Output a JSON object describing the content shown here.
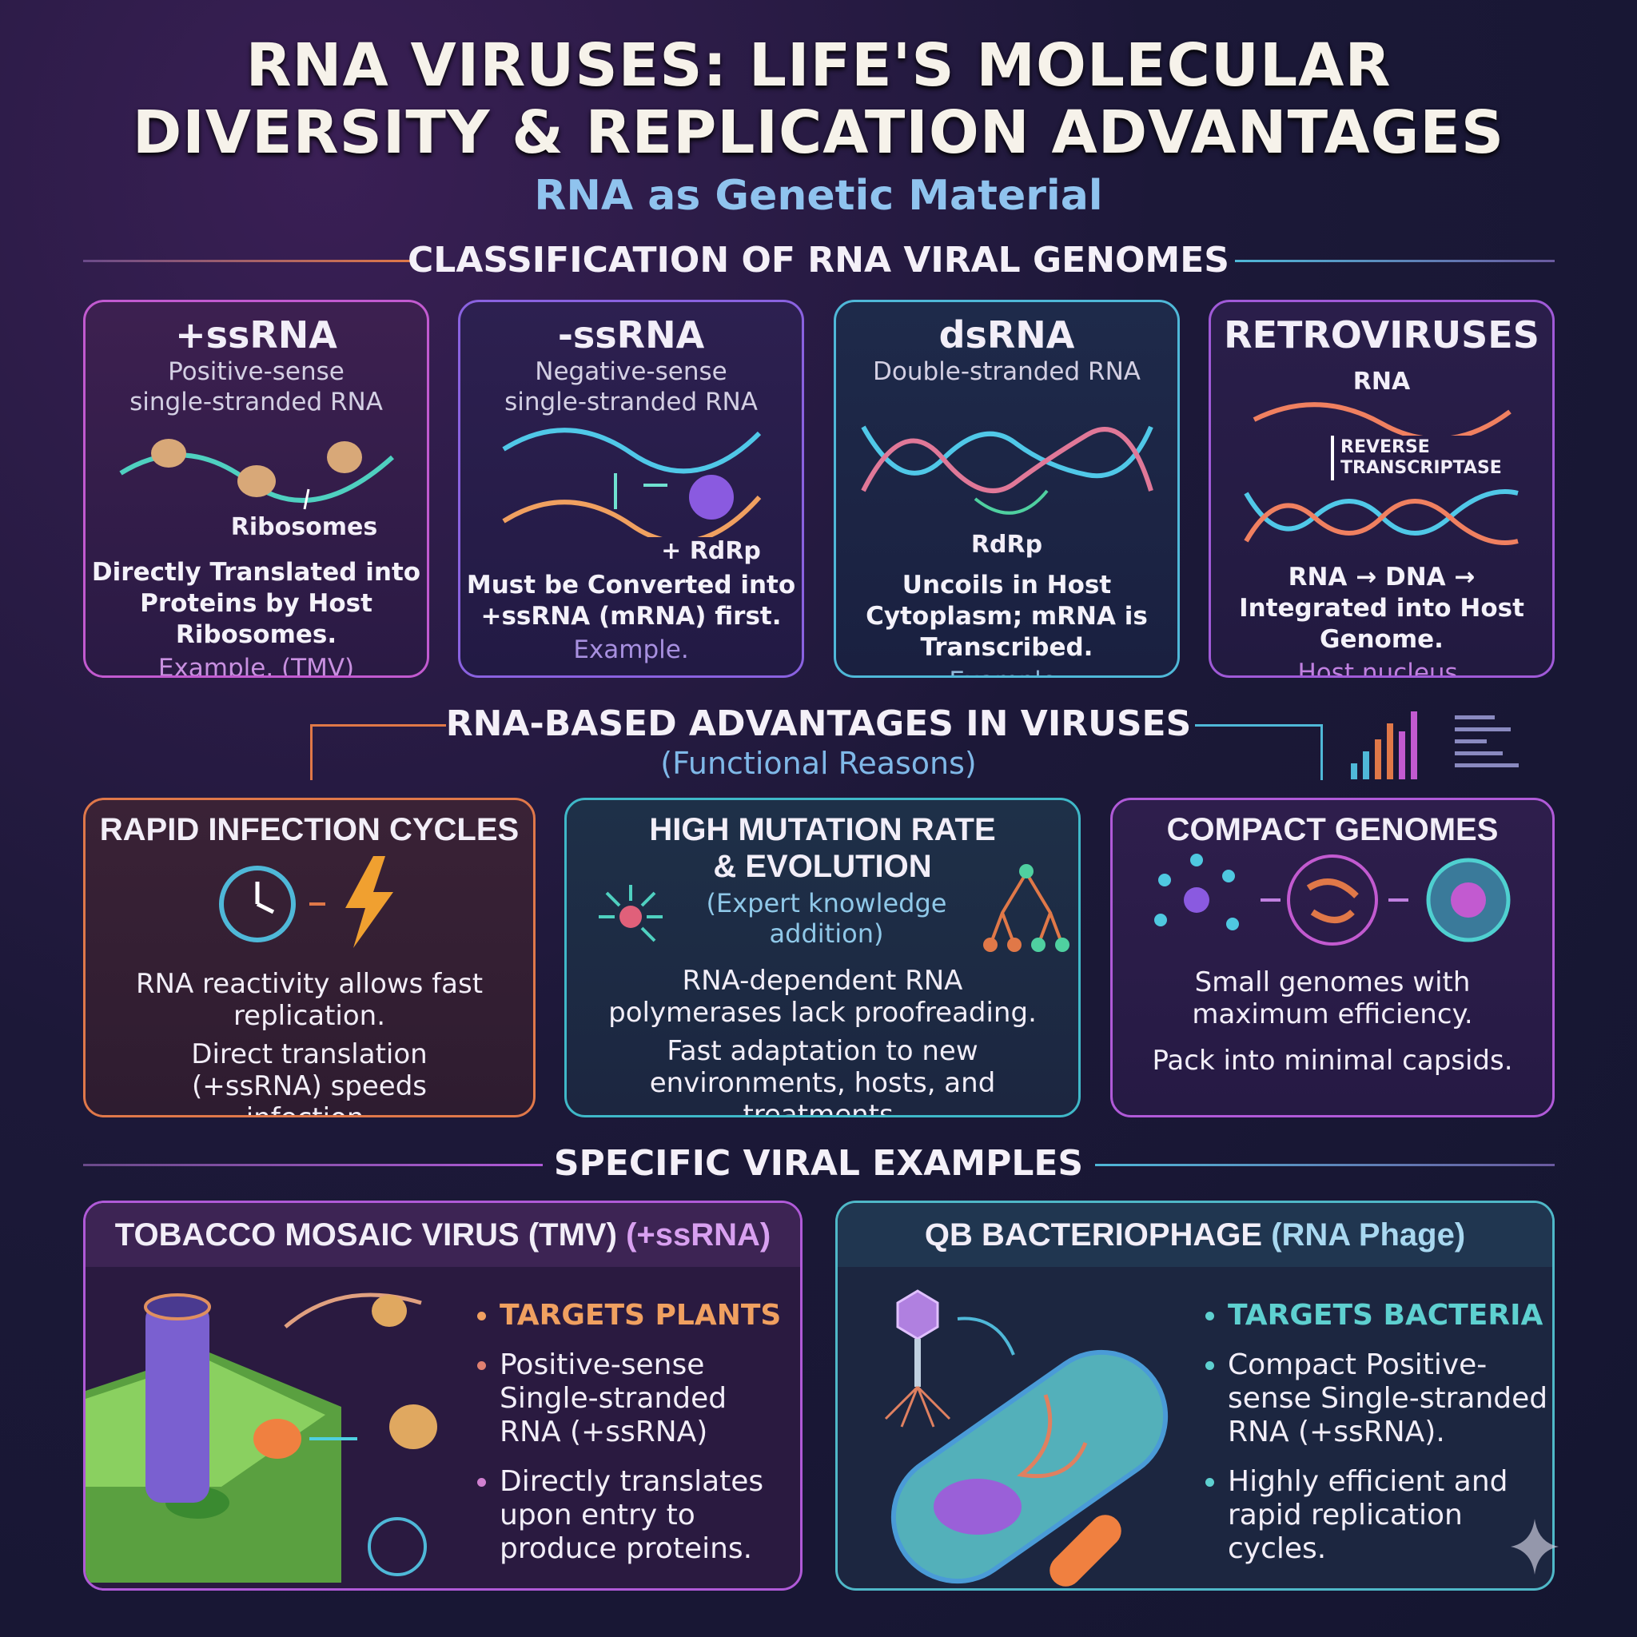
{
  "header": {
    "title_line1": "RNA VIRUSES: LIFE'S MOLECULAR",
    "title_line2": "DIVERSITY & REPLICATION ADVANTAGES",
    "subtitle": "RNA as Genetic Material"
  },
  "classification": {
    "heading": "CLASSIFICATION OF RNA VIRAL GENOMES",
    "cards": [
      {
        "title": "+ssRNA",
        "subtitle": "Positive-sense single-stranded RNA",
        "label": "Ribosomes",
        "body": "Directly Translated into Proteins by Host Ribosomes.",
        "example": "Example. (TMV)",
        "color": "#c25ad0"
      },
      {
        "title": "-ssRNA",
        "subtitle": "Negative-sense single-stranded RNA",
        "label": "+ RdRp",
        "body": "Must be Converted into +ssRNA (mRNA) first.",
        "example": "Example.",
        "color": "#8a62e0"
      },
      {
        "title": "dsRNA",
        "subtitle": "Double-stranded RNA",
        "label": "RdRp",
        "body": "Uncoils in Host Cytoplasm; mRNA is Transcribed.",
        "example": "Example.",
        "color": "#4fb8d8"
      },
      {
        "title": "RETROVIRUSES",
        "subtitle": "",
        "label_rna": "RNA",
        "label": "REVERSE TRANSCRIPTASE",
        "body": "RNA → DNA → Integrated into Host Genome.",
        "example": "Host nucleus.",
        "color": "#a05ad8"
      }
    ]
  },
  "advantages": {
    "heading": "RNA-BASED ADVANTAGES IN VIRUSES",
    "subheading": "(Functional Reasons)",
    "cards": [
      {
        "title": "RAPID INFECTION CYCLES",
        "body1": "RNA reactivity allows fast replication.",
        "body2": "Direct translation (+ssRNA) speeds infection.",
        "color": "#e0784a"
      },
      {
        "title_line1": "HIGH MUTATION RATE",
        "title_line2": "& EVOLUTION",
        "note": "(Expert knowledge addition)",
        "body1": "RNA-dependent RNA polymerases lack proofreading.",
        "body2": "Fast adaptation to new environments, hosts, and treatments.",
        "color": "#3fb8c8"
      },
      {
        "title": "COMPACT GENOMES",
        "body1": "Small genomes with maximum efficiency.",
        "body2": "Pack into minimal capsids.",
        "color": "#b05ad8"
      }
    ]
  },
  "examples": {
    "heading": "SPECIFIC VIRAL EXAMPLES",
    "tmv": {
      "title": "TOBACCO MOSAIC VIRUS (TMV)",
      "title_suffix": "(+ssRNA)",
      "bullets": [
        "TARGETS PLANTS",
        "Positive-sense Single-stranded RNA (+ssRNA)",
        "Directly translates upon entry to produce proteins."
      ],
      "accent": "#f0a060"
    },
    "qb": {
      "title": "QB BACTERIOPHAGE",
      "title_suffix": "(RNA Phage)",
      "bullets": [
        "TARGETS BACTERIA",
        "Compact Positive-sense Single-stranded RNA (+ssRNA).",
        "Highly efficient and rapid replication cycles."
      ],
      "accent": "#5ed0d0"
    }
  }
}
